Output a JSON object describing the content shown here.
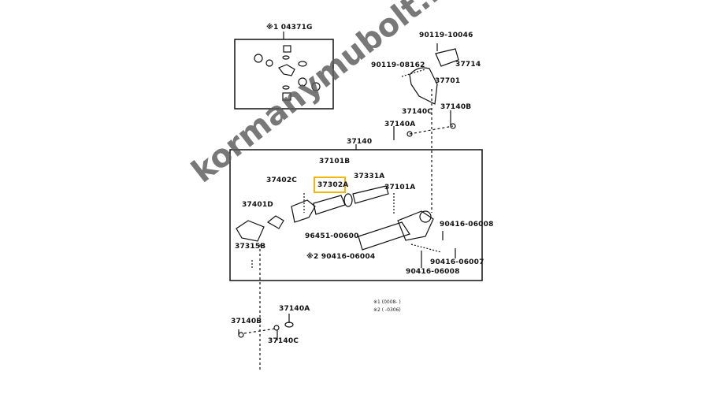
{
  "watermark": "kormanymubolt.hu",
  "highlight_color": "#f2b705",
  "parts": {
    "kit": "※1 04371G",
    "bolt_10046": "90119-10046",
    "bolt_08162": "90119-08162",
    "p37714": "37714",
    "p37701": "37701",
    "p37140C_top": "37140C",
    "p37140B_top": "37140B",
    "p37140A_top": "37140A",
    "p37140": "37140",
    "p37101B": "37101B",
    "p37331A": "37331A",
    "p37302A": "37302A",
    "p37101A": "37101A",
    "p37402C": "37402C",
    "p37401D": "37401D",
    "p37315B": "37315B",
    "p96451": "96451-00600",
    "p90416_06004": "※2 90416-06004",
    "p90416_06008a": "90416-06008",
    "p90416_06007": "90416-06007",
    "p90416_06008b": "90416-06008",
    "p37140A_bot": "37140A",
    "p37140B_bot": "37140B",
    "p37140C_bot": "37140C"
  },
  "notes": [
    "※1 (0008-      )",
    "※2 (      -0306)"
  ]
}
